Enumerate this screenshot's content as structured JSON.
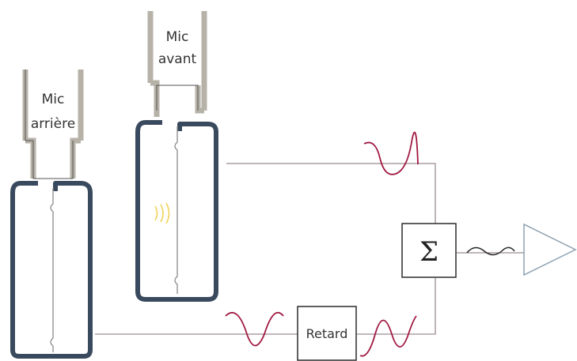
{
  "mics": {
    "rear": {
      "line1": "Mic",
      "line2": "arrière"
    },
    "front": {
      "line1": "Mic",
      "line2": "avant"
    }
  },
  "blocks": {
    "sum_symbol": "Σ",
    "delay_label": "Retard"
  },
  "icons": {
    "sound_source": "sound-waves-icon",
    "amplifier": "amplifier-triangle-icon"
  },
  "colors": {
    "capsule_outline": "#3a4a5e",
    "mic_tube": "#b7b2a8",
    "signal_line": "#9c8a92",
    "sine_wave": "#a01840",
    "sound_waves": "#f1d35a",
    "block_border": "#2a2a2a",
    "amplifier": "#8ea2b2"
  }
}
